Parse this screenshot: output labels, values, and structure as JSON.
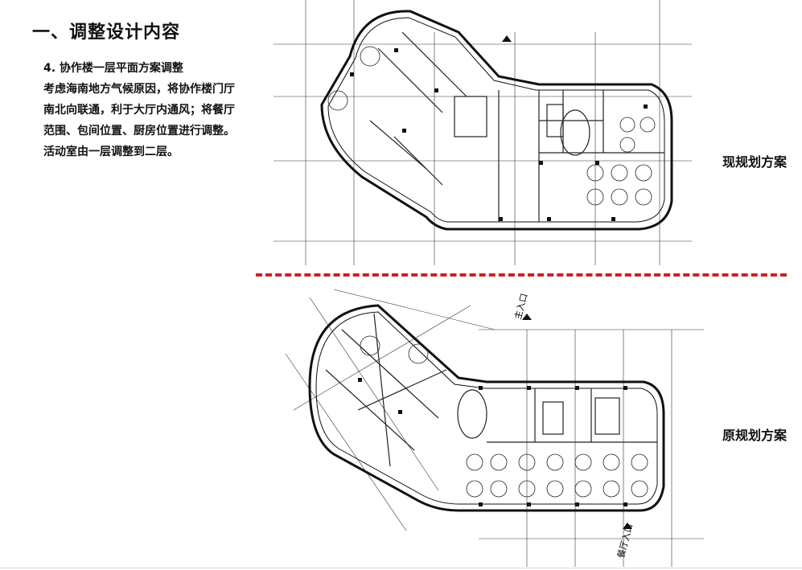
{
  "header": {
    "title": "一、调整设计内容"
  },
  "content": {
    "subheading": "4. 协作楼一层平面方案调整",
    "paragraph": "考虑海南地方气候原因，将协作楼门厅南北向联通，利于大厅内通风；将餐厅范围、包间位置、厨房位置进行调整。活动室由一层调整到二层。"
  },
  "plans": {
    "current_label": "现规划方案",
    "original_label": "原规划方案",
    "original_entrance_main": "主入口",
    "original_entrance_dining": "餐厅入口"
  },
  "colors": {
    "divider": "#d11f25",
    "line": "#222222",
    "wall": "#111111"
  }
}
